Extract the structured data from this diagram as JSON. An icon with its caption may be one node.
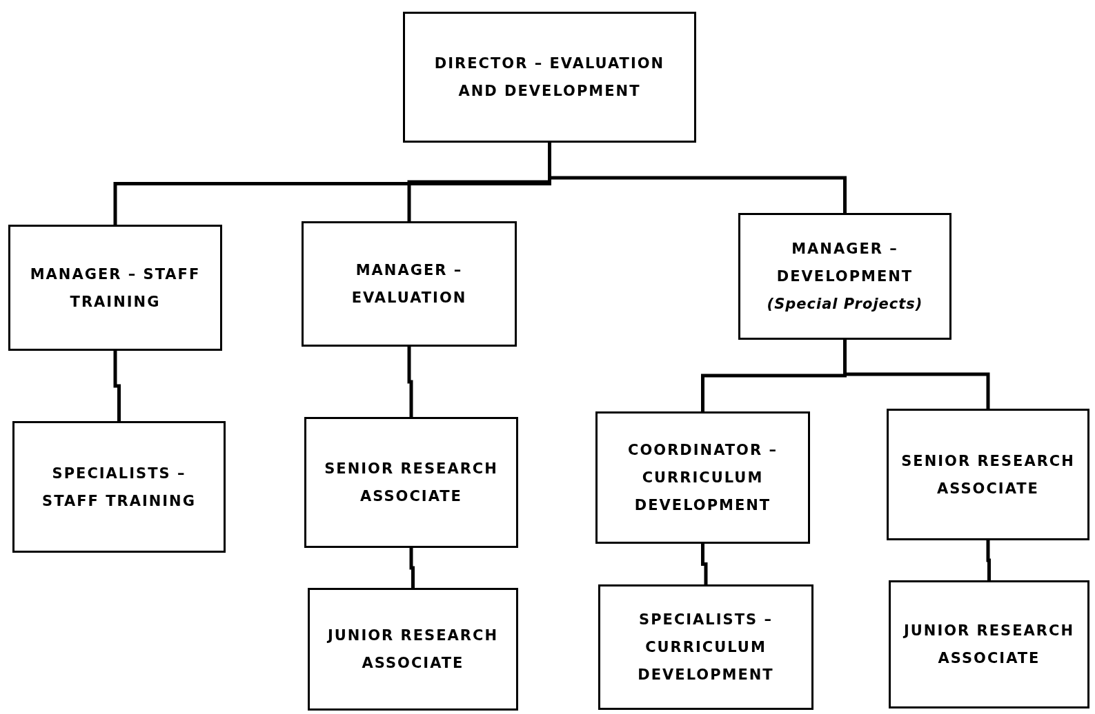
{
  "diagram": {
    "nodes": [
      {
        "text": [
          "DIRECTOR – EVALUATION AND DEVELOPMENT"
        ]
      },
      {
        "text": [
          "MANAGER – STAFF TRAINING"
        ]
      },
      {
        "text": [
          "MANAGER – EVALUATION"
        ]
      },
      {
        "text": [
          "MANAGER – DEVELOPMENT",
          "(Special Projects)"
        ]
      },
      {
        "text": [
          "SPECIALISTS – STAFF TRAINING"
        ]
      },
      {
        "text": [
          "SENIOR RESEARCH ASSOCIATE"
        ]
      },
      {
        "text": [
          "COORDINATOR – CURRICULUM DEVELOPMENT"
        ]
      },
      {
        "text": [
          "SENIOR RESEARCH ASSOCIATE"
        ]
      },
      {
        "text": [
          "JUNIOR RESEARCH ASSOCIATE"
        ]
      },
      {
        "text": [
          "SPECIALISTS – CURRICULUM DEVELOPMENT"
        ]
      },
      {
        "text": [
          "JUNIOR RESEARCH ASSOCIATE"
        ]
      }
    ],
    "edges": [
      {
        "from": 0,
        "to": 1,
        "arrow": "none"
      },
      {
        "from": 0,
        "to": 2,
        "arrow": "none"
      },
      {
        "from": 0,
        "to": 3,
        "arrow": "none"
      },
      {
        "from": 1,
        "to": 4,
        "arrow": "none"
      },
      {
        "from": 2,
        "to": 5,
        "arrow": "none"
      },
      {
        "from": 5,
        "to": 8,
        "arrow": "none"
      },
      {
        "from": 3,
        "to": 6,
        "arrow": "none"
      },
      {
        "from": 3,
        "to": 7,
        "arrow": "none"
      },
      {
        "from": 6,
        "to": 9,
        "arrow": "none"
      },
      {
        "from": 7,
        "to": 10,
        "arrow": "none"
      }
    ]
  }
}
